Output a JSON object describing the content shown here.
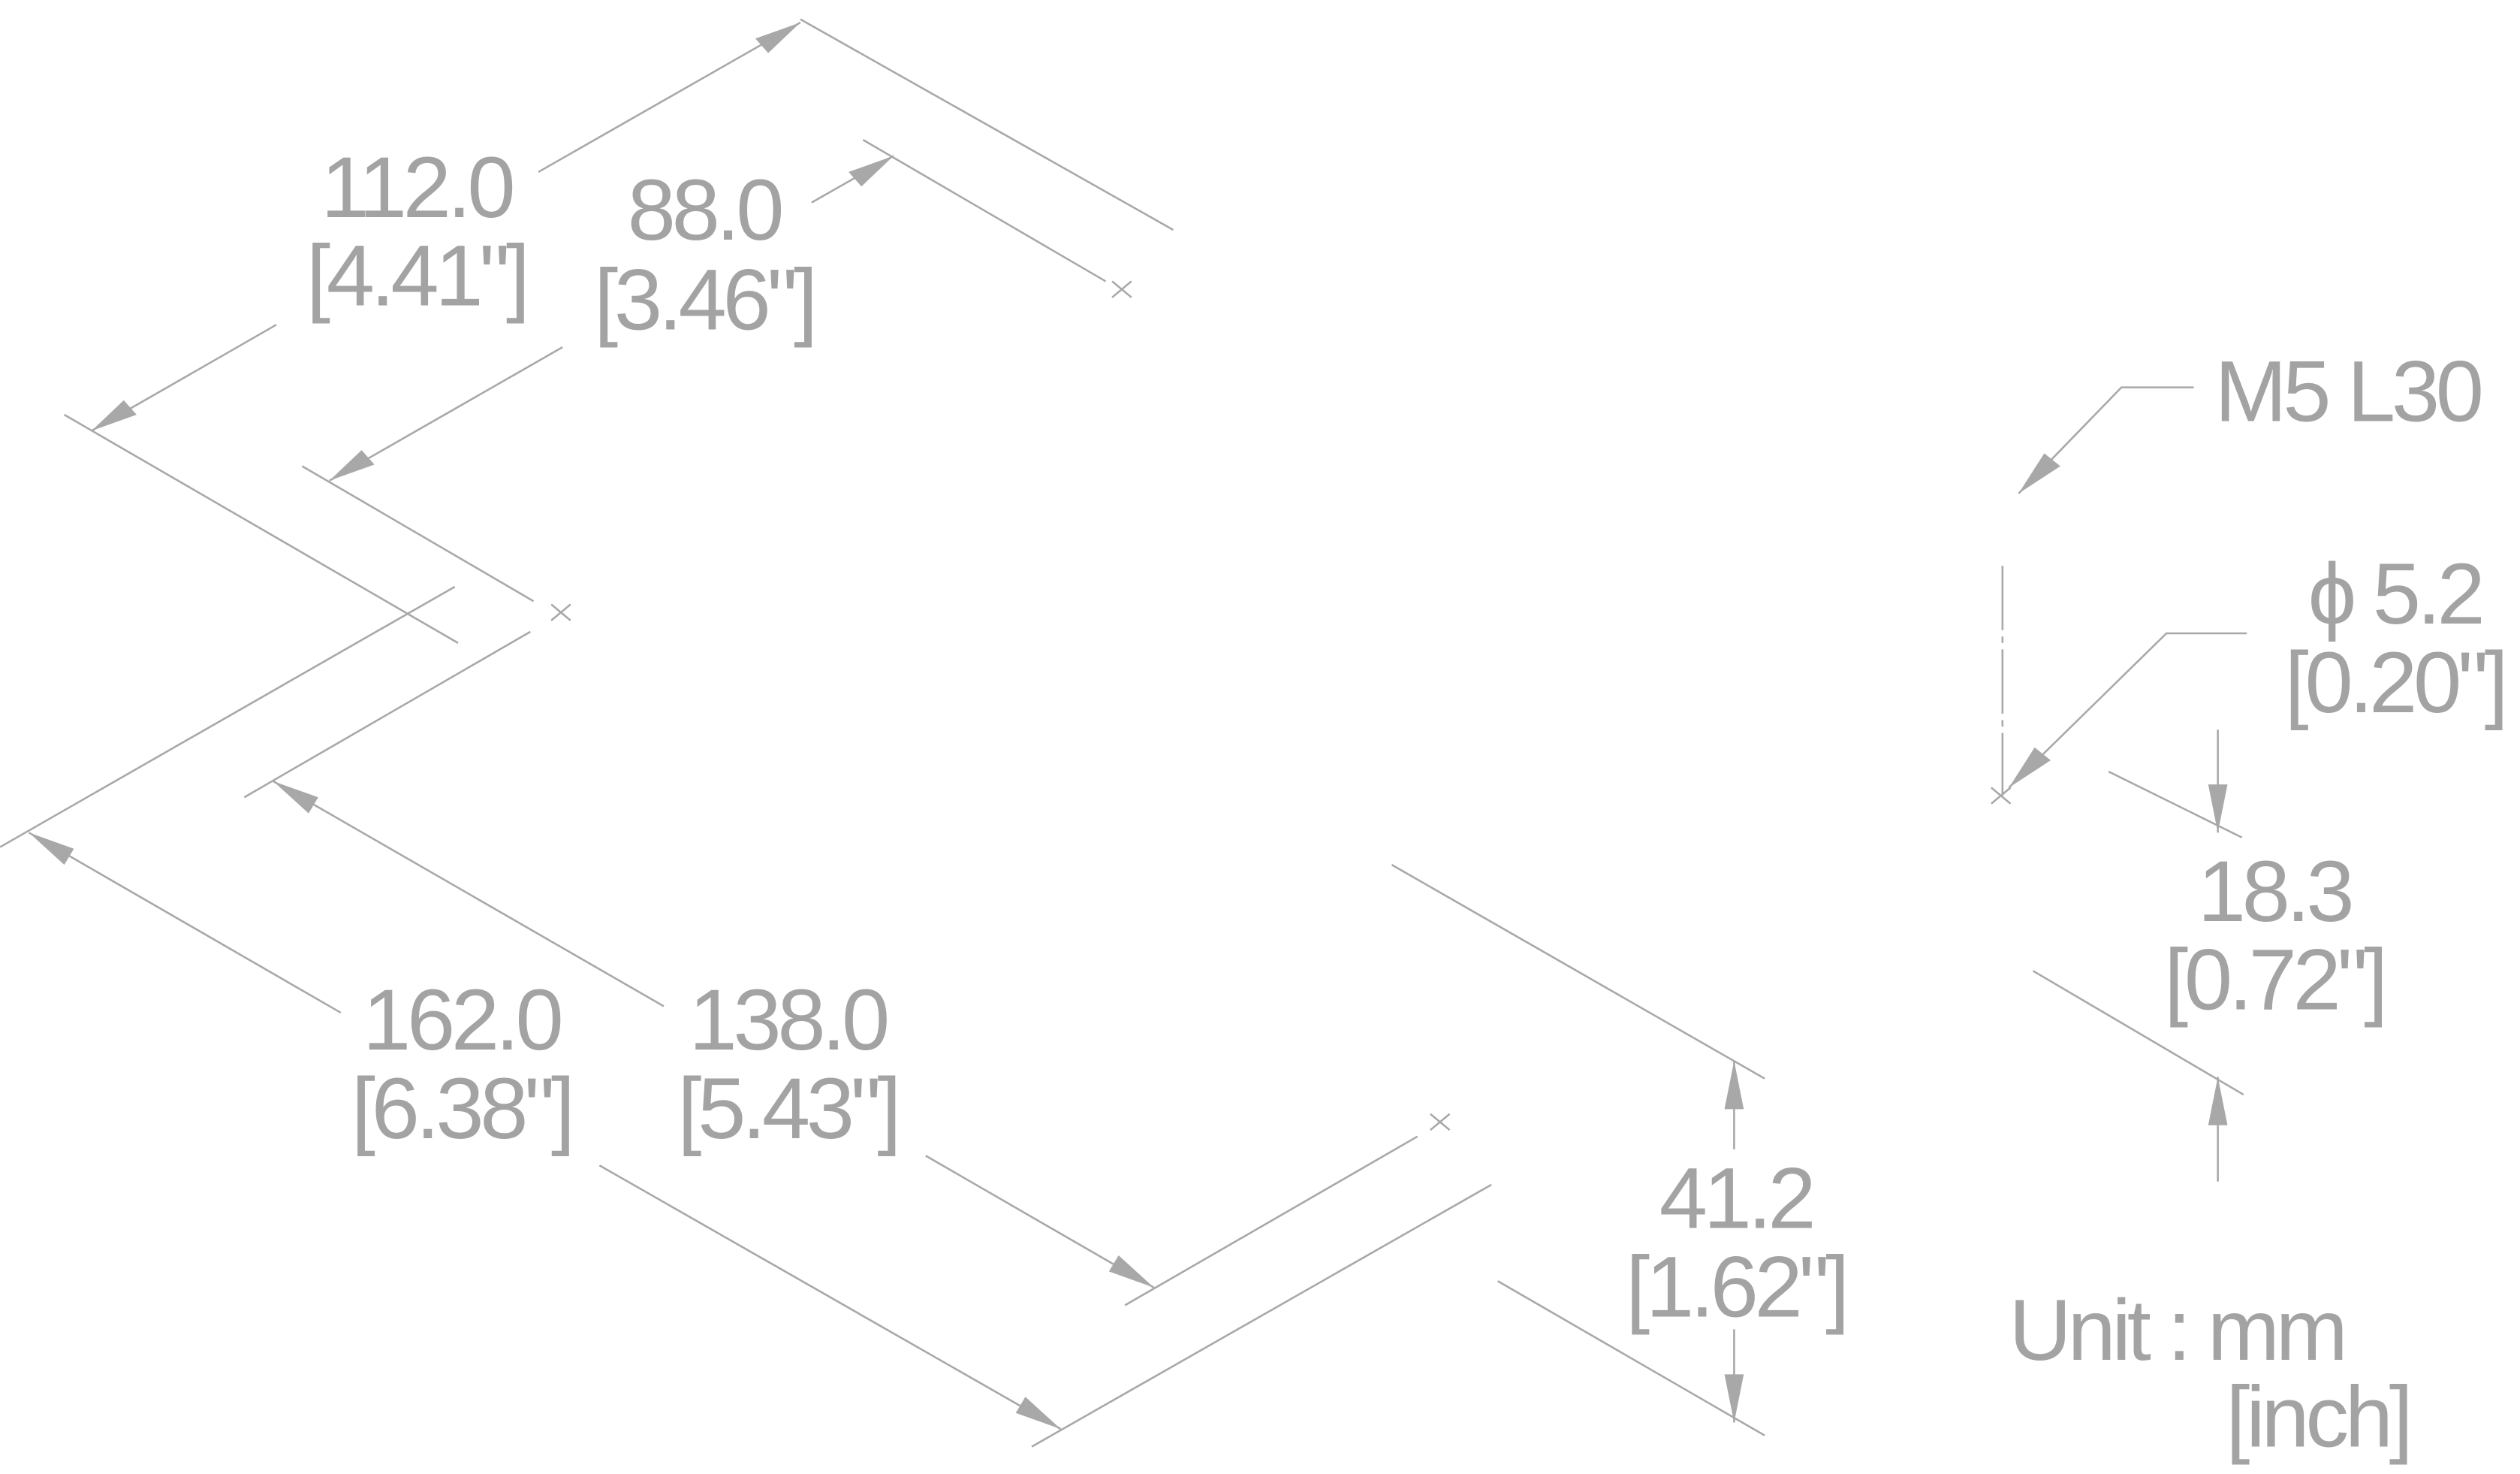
{
  "dimensions": {
    "d112": {
      "mm": "112.0",
      "inch": "[4.41\"]"
    },
    "d88": {
      "mm": "88.0",
      "inch": "[3.46\"]"
    },
    "d162": {
      "mm": "162.0",
      "inch": "[6.38\"]"
    },
    "d138": {
      "mm": "138.0",
      "inch": "[5.43\"]"
    },
    "d41": {
      "mm": "41.2",
      "inch": "[1.62\"]"
    },
    "d18": {
      "mm": "18.3",
      "inch": "[0.72\"]"
    },
    "hole": {
      "mm": "ϕ 5.2",
      "inch": "[0.20\"]"
    }
  },
  "screw": "M5 L30",
  "unit": {
    "line1": "Unit : mm",
    "line2": "[inch]"
  },
  "colors": {
    "line": "#a8a8a8",
    "text": "#a3a3a3"
  }
}
